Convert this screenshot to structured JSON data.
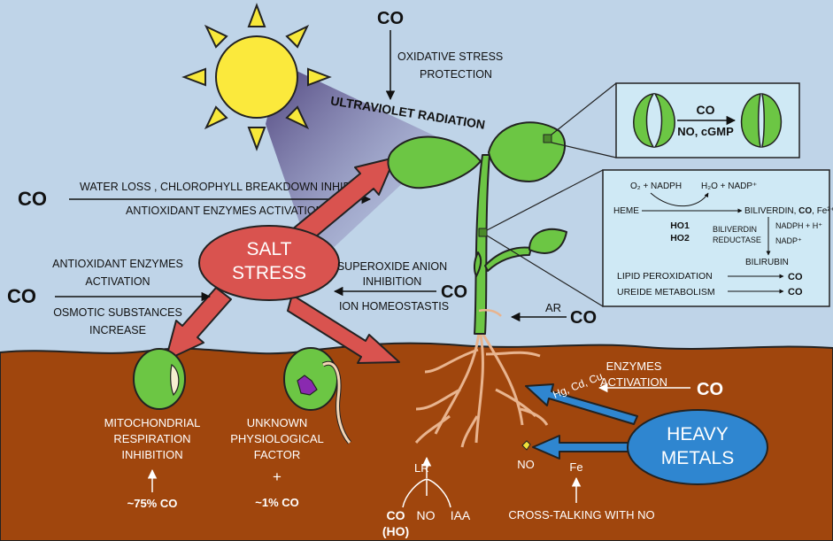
{
  "top": {
    "co": "CO",
    "line1": "OXIDATIVE STRESS",
    "line2": "PROTECTION"
  },
  "uv": "ULTRAVIOLET RADIATION",
  "left_upper": {
    "co": "CO",
    "above": "WATER LOSS , CHLOROPHYLL BREAKDOWN INHIBITION",
    "below": "ANTIOXIDANT ENZYMES ACTIVATION"
  },
  "salt": {
    "line1": "SALT",
    "line2": "STRESS"
  },
  "left_lower": {
    "co": "CO",
    "above1": "ANTIOXIDANT ENZYMES",
    "above2": "ACTIVATION",
    "below1": "OSMOTIC SUBSTANCES",
    "below2": "INCREASE"
  },
  "middle": {
    "above1": "SUPEROXIDE ANION",
    "above2": "INHIBITION",
    "co": "CO",
    "below": "ION HOMEOSTASTIS"
  },
  "ar": {
    "label": "AR",
    "co": "CO"
  },
  "stomata": {
    "co": "CO",
    "sub": "NO, cGMP"
  },
  "heme": {
    "reactants": "O₂ + NADPH",
    "products": "H₂O + NADP⁺",
    "heme": "HEME",
    "result_pre": "BILIVERDIN, ",
    "result_co": "CO",
    "result_post": ", Fe²⁺",
    "ho1": "HO1",
    "ho2": "HO2",
    "nadph_h": "NADPH + H⁺",
    "nadp": "NADP⁺",
    "reductase1": "BILIVERDIN",
    "reductase2": "REDUCTASE",
    "bilirubin": "BILIRUBIN",
    "lipid": "LIPID PEROXIDATION",
    "lipid_co": "CO",
    "ureide": "UREIDE METABOLISM",
    "ureide_co": "CO"
  },
  "seed1": {
    "line1": "MITOCHONDRIAL",
    "line2": "RESPIRATION",
    "line3": "INHIBITION",
    "pct": "~75% CO"
  },
  "seed2": {
    "line1": "UNKNOWN",
    "line2": "PHYSIOLOGICAL",
    "line3": "FACTOR",
    "plus": "+",
    "pct": "~1% CO"
  },
  "roots": {
    "lr": "LR",
    "co": "CO",
    "ho": "(HO)",
    "no": "NO",
    "iaa": "IAA"
  },
  "enzymes": {
    "line1": "ENZYMES",
    "line2": "ACTIVATION",
    "co": "CO"
  },
  "metals_list": "Hg, Cd, Cu",
  "heavy": {
    "line1": "HEAVY",
    "line2": "METALS"
  },
  "no_fe": {
    "no": "NO",
    "fe": "Fe"
  },
  "cross": "CROSS-TALKING WITH NO",
  "colors": {
    "sky": "#bfd4e8",
    "soil": "#a0460d",
    "salt": "#d9534f",
    "metals": "#2f86d0",
    "plant": "#6cc644",
    "sun": "#f7e83a"
  }
}
